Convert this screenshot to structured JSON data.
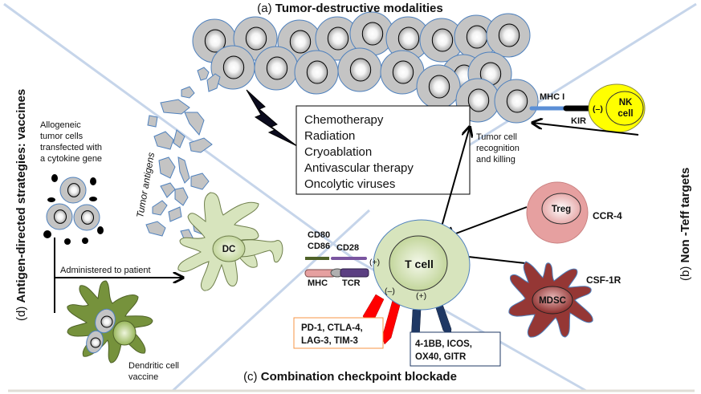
{
  "sections": {
    "a": {
      "prefix": "(a)",
      "title": "Tumor-destructive modalities"
    },
    "b": {
      "prefix": "(b)",
      "title": "Non -Teff targets"
    },
    "c": {
      "prefix": "(c)",
      "title": "Combination checkpoint blockade"
    },
    "d": {
      "prefix": "(d)",
      "title": "Antigen-directed strategies: vaccines"
    }
  },
  "modalities": [
    "Chemotherapy",
    "Radiation",
    "Cryoablation",
    "Antivascular therapy",
    "Oncolytic viruses"
  ],
  "labels": {
    "tumor_antigens": "Tumor antigens",
    "allogeneic": [
      "Allogeneic",
      "tumor cells",
      "transfected with",
      "a cytokine gene"
    ],
    "administered": "Administered to patient",
    "dc_vaccine": [
      "Dendritic cell",
      "vaccine"
    ],
    "dc": "DC",
    "cd80": "CD80",
    "cd86": "CD86",
    "cd28": "CD28",
    "mhc": "MHC",
    "tcr": "TCR",
    "tcell": "T cell",
    "plus": "(+)",
    "minus": "(–)",
    "recognition": [
      "Tumor cell",
      "recognition",
      "and killing"
    ],
    "mhc1": "MHC I",
    "kir": "KIR",
    "nk": [
      "NK",
      "cell"
    ],
    "treg": "Treg",
    "ccr4": "CCR-4",
    "mdsc": "MDSC",
    "csf1r": "CSF-1R",
    "inhibitory": [
      "PD-1, CTLA-4,",
      "LAG-3, TIM-3"
    ],
    "stimulatory": [
      "4-1BB,  ICOS,",
      "OX40, GITR"
    ]
  },
  "colors": {
    "tumor_fill": "#c4c4c4",
    "tumor_stroke": "#4f81bd",
    "dc_fill": "#d7e4bd",
    "dc_vaccine_fill": "#76923c",
    "tcell_fill": "#d7e4bd",
    "nk_fill": "#ffff00",
    "treg_fill": "#e6a0a0",
    "mdsc_fill": "#953735",
    "inhibitory_receptor": "#ff0000",
    "stimulatory_receptor": "#1f3864",
    "inhibitory_box": "#f79646",
    "stimulatory_box": "#1f3864",
    "divider": "#c6d5ea"
  }
}
